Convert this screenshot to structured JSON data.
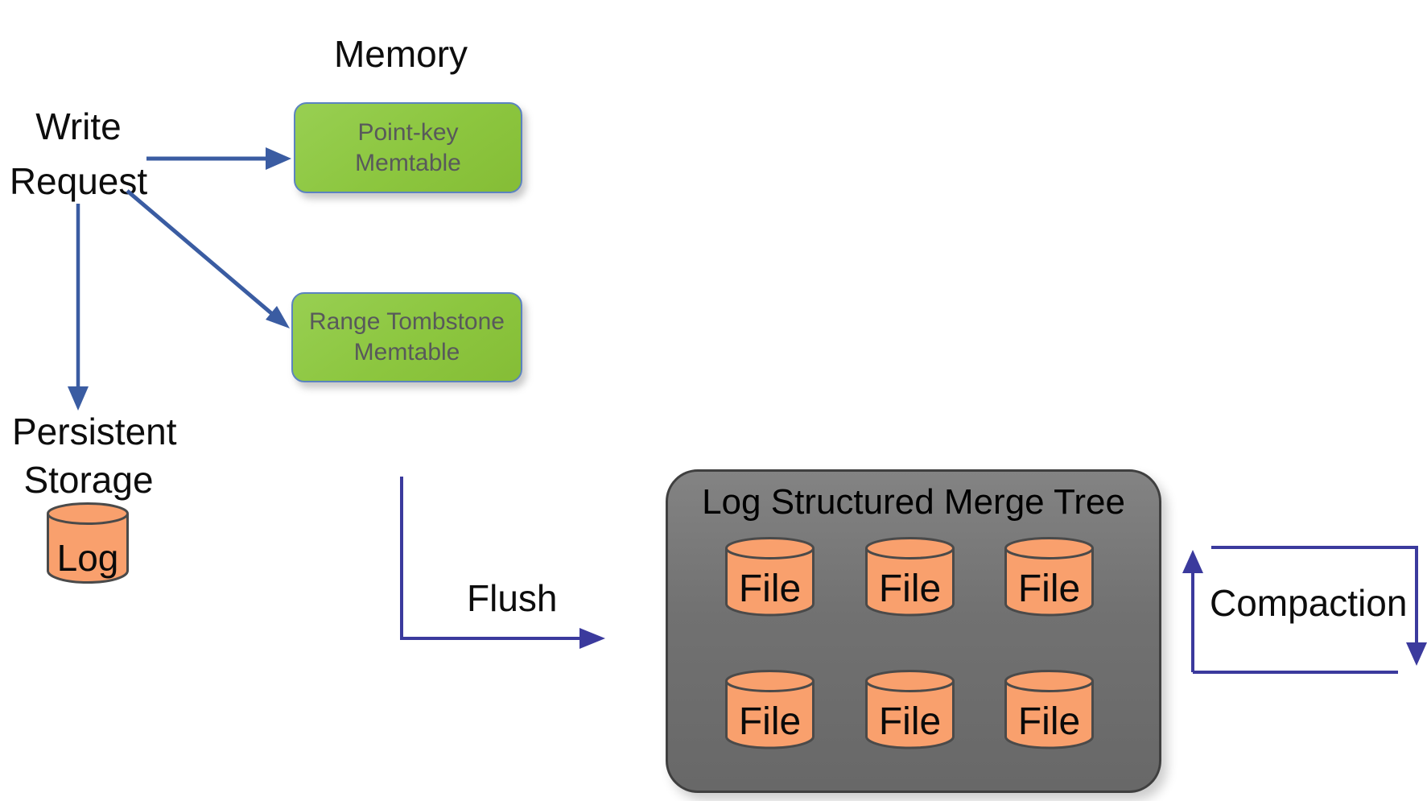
{
  "diagram": {
    "memory_label": "Memory",
    "write_request": [
      "Write",
      "Request"
    ],
    "persistent_storage": [
      "Persistent",
      "Storage"
    ],
    "log_label": "Log",
    "flush_label": "Flush",
    "compaction_label": "Compaction",
    "pointkey_memtable": [
      "Point-key",
      "Memtable"
    ],
    "range_memtable": [
      "Range Tombstone",
      "Memtable"
    ],
    "lsm_title": "Log Structured Merge Tree",
    "files": [
      "File",
      "File",
      "File",
      "File",
      "File",
      "File"
    ]
  },
  "colors": {
    "memtable_green": "#8cc63f",
    "lsm_gray": "#6e6e6e",
    "cylinder_orange": "#f9a06d",
    "cylinder_stroke": "#4a4a4a",
    "write_arrow_blue": "#3a5ca2",
    "flush_compaction_indigo": "#3b3a9d",
    "memtable_text": "#58595b"
  }
}
